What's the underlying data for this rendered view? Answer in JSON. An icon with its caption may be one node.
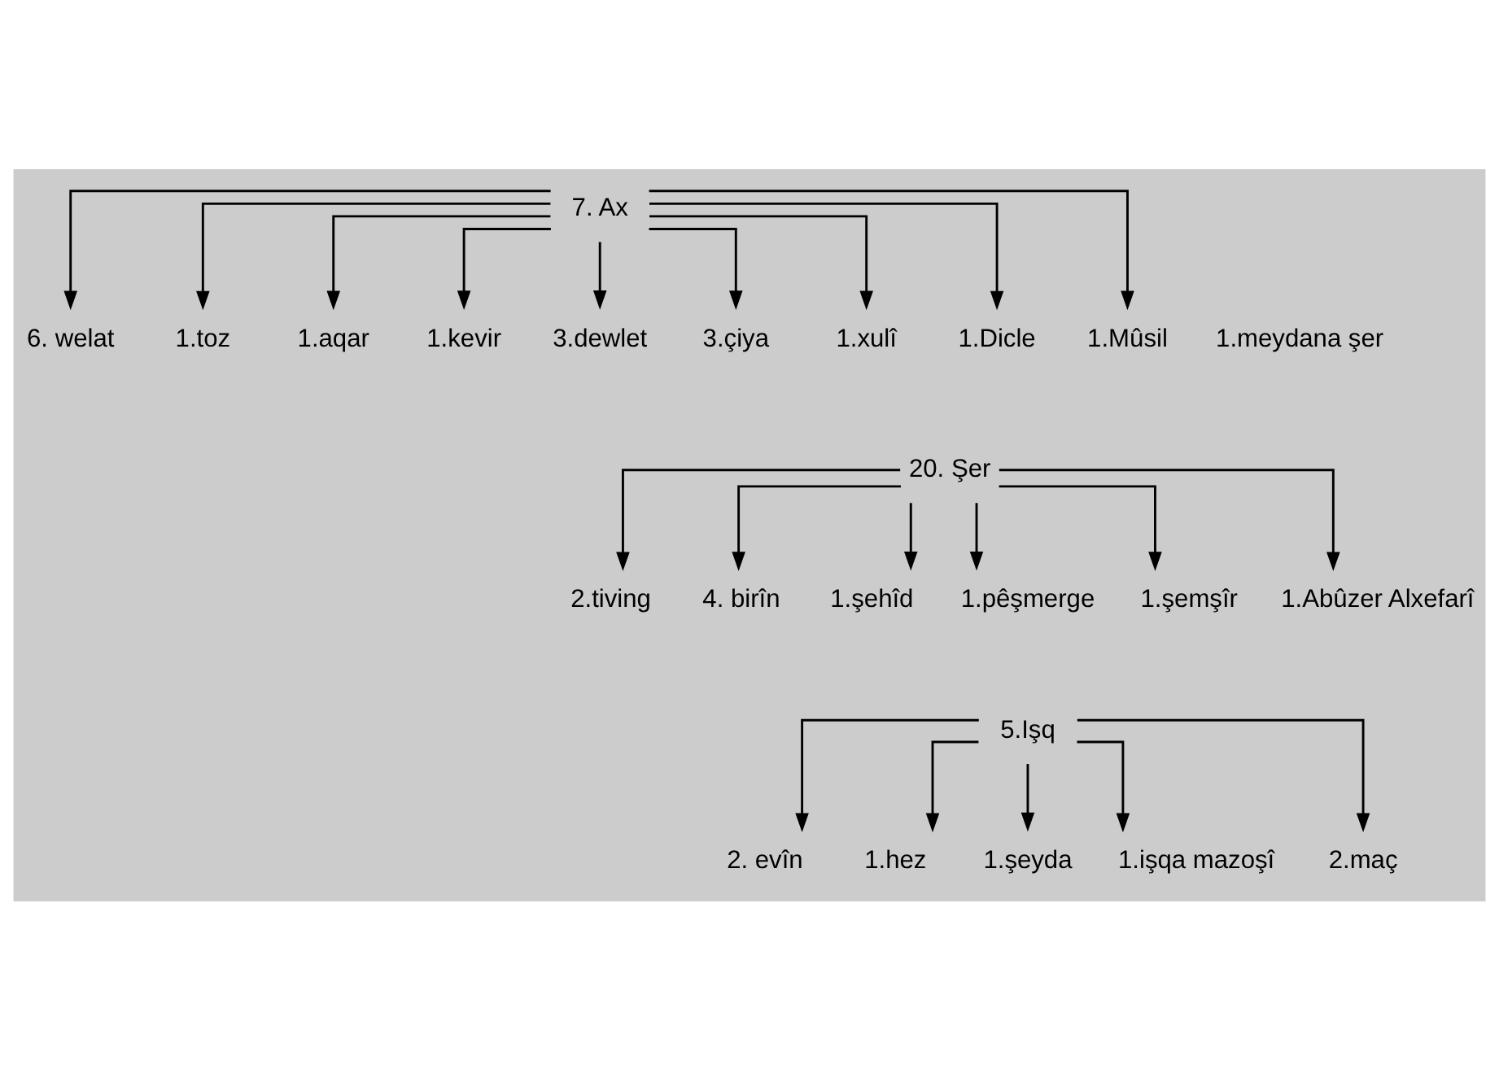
{
  "diagram": {
    "nodes": [
      {
        "text": [
          "7. Ax"
        ]
      },
      {
        "text": [
          "6. welat"
        ]
      },
      {
        "text": [
          "1.toz"
        ]
      },
      {
        "text": [
          "1.aqar"
        ]
      },
      {
        "text": [
          "1.kevir"
        ]
      },
      {
        "text": [
          "3.dewlet"
        ]
      },
      {
        "text": [
          "3.çiya"
        ]
      },
      {
        "text": [
          "1.xulî"
        ]
      },
      {
        "text": [
          "1.Dicle"
        ]
      },
      {
        "text": [
          "1.Mûsil"
        ]
      },
      {
        "text": [
          "20. Şer"
        ]
      },
      {
        "text": [
          "2.tiving"
        ]
      },
      {
        "text": [
          "4. birîn"
        ]
      },
      {
        "text": [
          "1.şehîd"
        ]
      },
      {
        "text": [
          "1.pêşmerge"
        ]
      },
      {
        "text": [
          "1.şemşîr"
        ]
      },
      {
        "text": [
          "1.Abûzer Alxefarî"
        ]
      },
      {
        "text": [
          "5.Işq"
        ]
      },
      {
        "text": [
          "2. evîn"
        ]
      },
      {
        "text": [
          "1.hez"
        ]
      },
      {
        "text": [
          "1.şeyda"
        ]
      },
      {
        "text": [
          "1.işqa mazoşî"
        ]
      },
      {
        "text": [
          "2.maç"
        ]
      }
    ],
    "edges": [
      {
        "from": 0,
        "to": 1,
        "arrow": "to"
      },
      {
        "from": 0,
        "to": 2,
        "arrow": "to"
      },
      {
        "from": 0,
        "to": 3,
        "arrow": "to"
      },
      {
        "from": 0,
        "to": 4,
        "arrow": "to"
      },
      {
        "from": 0,
        "to": 5,
        "arrow": "to"
      },
      {
        "from": 0,
        "to": 6,
        "arrow": "to"
      },
      {
        "from": 0,
        "to": 7,
        "arrow": "to"
      },
      {
        "from": 0,
        "to": 8,
        "arrow": "to"
      },
      {
        "from": 0,
        "to": 9,
        "arrow": "to"
      },
      {
        "from": 10,
        "to": 11,
        "arrow": "to"
      },
      {
        "from": 10,
        "to": 12,
        "arrow": "to"
      },
      {
        "from": 10,
        "to": 13,
        "arrow": "to"
      },
      {
        "from": 10,
        "to": 14,
        "arrow": "to"
      },
      {
        "from": 10,
        "to": 15,
        "arrow": "to"
      },
      {
        "from": 10,
        "to": 16,
        "arrow": "to"
      },
      {
        "from": 17,
        "to": 18,
        "arrow": "to"
      },
      {
        "from": 17,
        "to": 19,
        "arrow": "to"
      },
      {
        "from": 17,
        "to": 20,
        "arrow": "to"
      },
      {
        "from": 17,
        "to": 21,
        "arrow": "to"
      },
      {
        "from": 17,
        "to": 22,
        "arrow": "to"
      }
    ],
    "labels": [
      "1.meydana şer"
    ]
  }
}
